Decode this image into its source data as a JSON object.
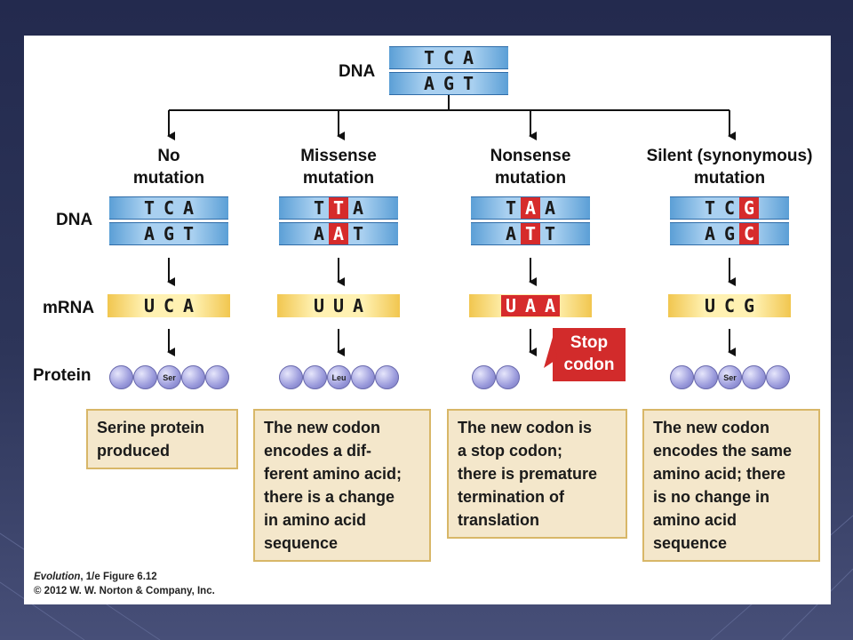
{
  "labels": {
    "dna_top": "DNA",
    "dna": "DNA",
    "mrna": "mRNA",
    "protein": "Protein"
  },
  "top_dna": {
    "strand1": [
      "T",
      "C",
      "A"
    ],
    "strand2": [
      "A",
      "G",
      "T"
    ]
  },
  "columns": [
    {
      "title": [
        "No",
        "mutation"
      ],
      "dna1": [
        {
          "b": "T",
          "m": false
        },
        {
          "b": "C",
          "m": false
        },
        {
          "b": "A",
          "m": false
        }
      ],
      "dna2": [
        {
          "b": "A",
          "m": false
        },
        {
          "b": "G",
          "m": false
        },
        {
          "b": "T",
          "m": false
        }
      ],
      "mrna": [
        {
          "b": "U",
          "m": false
        },
        {
          "b": "C",
          "m": false
        },
        {
          "b": "A",
          "m": false
        }
      ],
      "protein": [
        "",
        "",
        "Ser",
        "",
        ""
      ],
      "desc": [
        "Serine protein",
        "produced"
      ]
    },
    {
      "title": [
        "Missense",
        "mutation"
      ],
      "dna1": [
        {
          "b": "T",
          "m": false
        },
        {
          "b": "T",
          "m": true
        },
        {
          "b": "A",
          "m": false
        }
      ],
      "dna2": [
        {
          "b": "A",
          "m": false
        },
        {
          "b": "A",
          "m": true
        },
        {
          "b": "T",
          "m": false
        }
      ],
      "mrna": [
        {
          "b": "U",
          "m": false
        },
        {
          "b": "U",
          "m": false
        },
        {
          "b": "A",
          "m": false
        }
      ],
      "protein": [
        "",
        "",
        "Leu",
        "",
        ""
      ],
      "desc": [
        "The new codon",
        "encodes a dif-",
        "ferent amino acid;",
        "there is a change",
        "in amino acid",
        "sequence"
      ]
    },
    {
      "title": [
        "Nonsense",
        "mutation"
      ],
      "dna1": [
        {
          "b": "T",
          "m": false
        },
        {
          "b": "A",
          "m": true
        },
        {
          "b": "A",
          "m": false
        }
      ],
      "dna2": [
        {
          "b": "A",
          "m": false
        },
        {
          "b": "T",
          "m": true
        },
        {
          "b": "T",
          "m": false
        }
      ],
      "mrna": [
        {
          "b": "U",
          "m": true
        },
        {
          "b": "A",
          "m": true
        },
        {
          "b": "A",
          "m": true
        }
      ],
      "protein": [
        "",
        ""
      ],
      "desc": [
        "The new codon is",
        "a stop codon;",
        "there is premature",
        "termination of",
        "translation"
      ]
    },
    {
      "title": [
        "Silent (synonymous)",
        "mutation"
      ],
      "dna1": [
        {
          "b": "T",
          "m": false
        },
        {
          "b": "C",
          "m": false
        },
        {
          "b": "G",
          "m": true
        }
      ],
      "dna2": [
        {
          "b": "A",
          "m": false
        },
        {
          "b": "G",
          "m": false
        },
        {
          "b": "C",
          "m": true
        }
      ],
      "mrna": [
        {
          "b": "U",
          "m": false
        },
        {
          "b": "C",
          "m": false
        },
        {
          "b": "G",
          "m": false
        }
      ],
      "protein": [
        "",
        "",
        "Ser",
        "",
        ""
      ],
      "desc": [
        "The new codon",
        "encodes the same",
        "amino acid; there",
        "is no change in",
        "amino acid",
        "sequence"
      ]
    }
  ],
  "stop_codon": [
    "Stop",
    "codon"
  ],
  "credit": {
    "title": "Evolution",
    "rest": ", 1/e  Figure 6.12",
    "copyright": "© 2012 W. W. Norton & Company, Inc."
  },
  "colors": {
    "mutation": "#d62b2b",
    "dna": "#a9d0f0",
    "mrna": "#fff1b2",
    "box": "#f4e7cb",
    "box_border": "#d8b768",
    "bead": "#9b9bdc"
  }
}
